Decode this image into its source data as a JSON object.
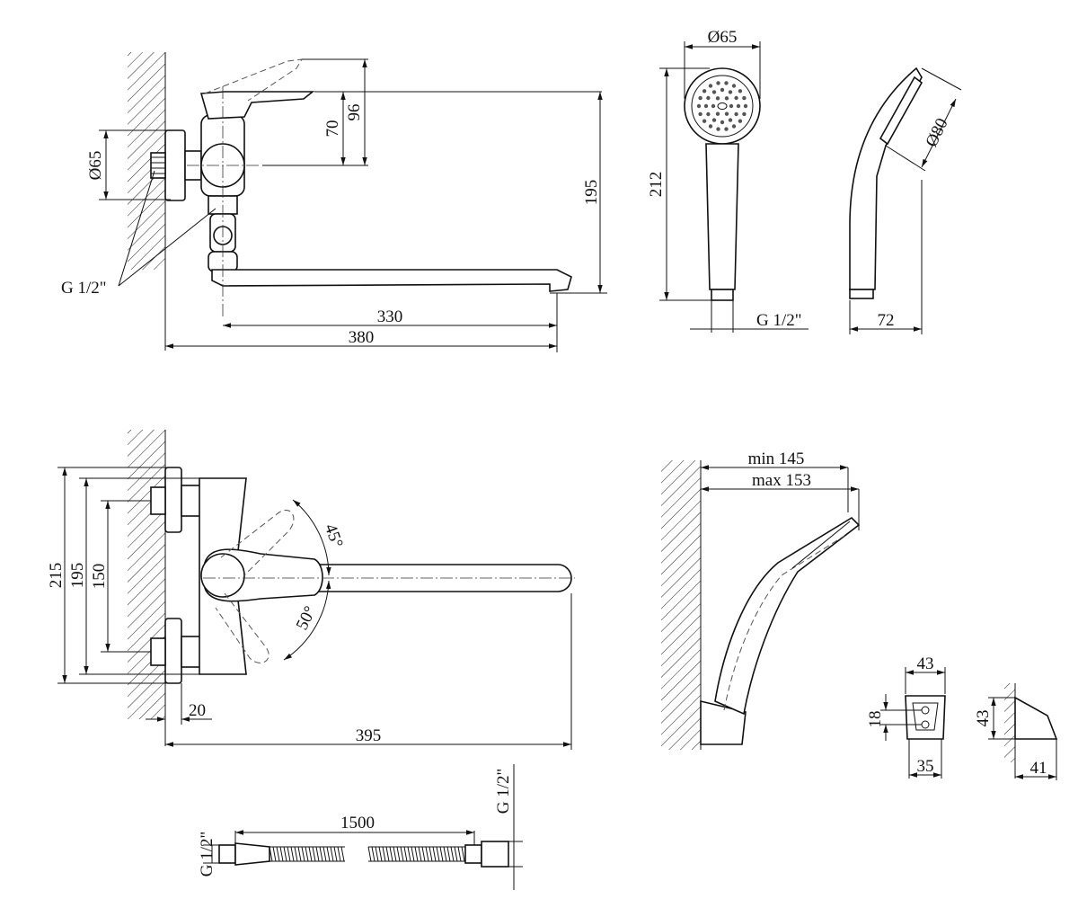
{
  "side_view": {
    "dim_65": "Ø65",
    "dim_70": "70",
    "dim_96": "96",
    "dim_195": "195",
    "dim_330": "330",
    "dim_380": "380",
    "thread_label": "G 1/2\""
  },
  "shower_front": {
    "dim_65": "Ø65",
    "dim_212": "212",
    "thread_label": "G 1/2\""
  },
  "shower_side": {
    "dim_80": "Ø80",
    "dim_72": "72"
  },
  "top_view": {
    "dim_215": "215",
    "dim_195": "195",
    "dim_150": "150",
    "angle_45": "45°",
    "angle_50": "50°",
    "dim_20": "20",
    "dim_395": "395"
  },
  "wall_holder": {
    "min_label": "min 145",
    "max_label": "max 153"
  },
  "bracket": {
    "dim_43_top": "43",
    "dim_18": "18",
    "dim_35": "35",
    "dim_43_side": "43",
    "dim_41": "41"
  },
  "hose": {
    "dim_1500": "1500",
    "thread_left": "G 1/2\"",
    "thread_right": "G 1/2\""
  }
}
